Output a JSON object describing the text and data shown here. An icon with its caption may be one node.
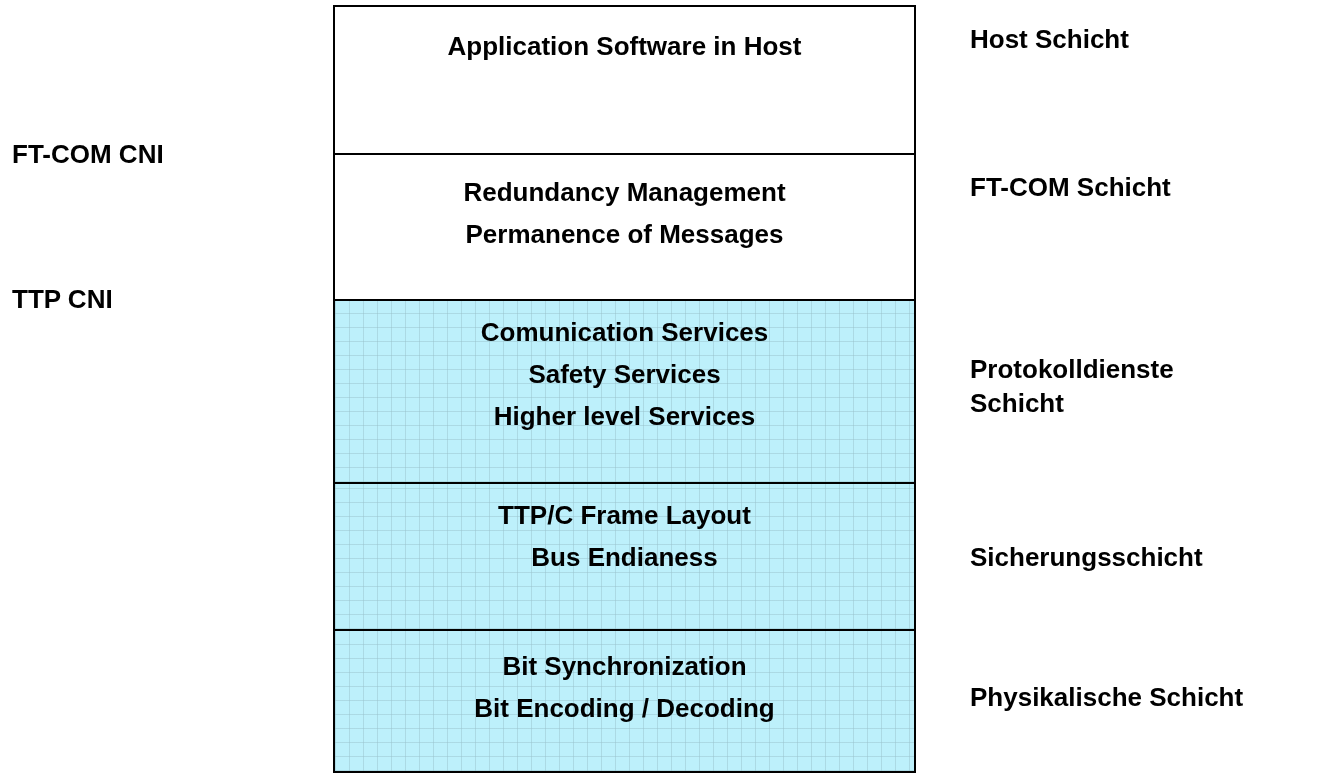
{
  "diagram": {
    "nodes": [
      {
        "text": [
          "Application Software in Host"
        ],
        "beside": [
          "Host Schicht"
        ]
      },
      {
        "text": [
          "Redundancy Management",
          "Permanence of Messages"
        ],
        "beside": [
          "FT-COM Schicht"
        ]
      },
      {
        "text": [
          "Comunication Services",
          "Safety Services",
          "Higher level Services"
        ],
        "beside": [
          "Protokolldienste Schicht"
        ]
      },
      {
        "text": [
          "TTP/C Frame Layout",
          "Bus Endianess"
        ],
        "beside": [
          "Sicherungsschicht"
        ]
      },
      {
        "text": [
          "Bit Synchronization",
          "Bit Encoding / Decoding"
        ],
        "beside": [
          "Physikalische Schicht"
        ]
      }
    ],
    "edges": [],
    "labels": [
      "FT-COM CNI",
      "TTP CNI"
    ]
  }
}
